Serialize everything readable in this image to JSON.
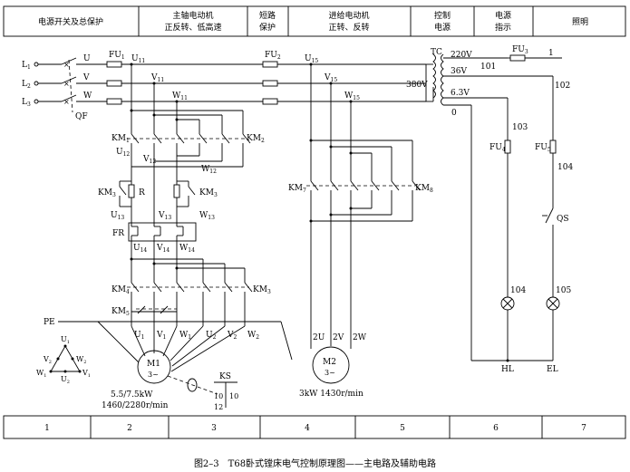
{
  "header": {
    "cells": [
      {
        "line1": "电源开关及总保护",
        "line2": ""
      },
      {
        "line1": "主轴电动机",
        "line2": "正反转、低高速"
      },
      {
        "line1": "短路",
        "line2": "保护"
      },
      {
        "line1": "进给电动机",
        "line2": "正转、反转"
      },
      {
        "line1": "控制",
        "line2": "电源"
      },
      {
        "line1": "电源",
        "line2": "指示"
      },
      {
        "line1": "照明",
        "line2": ""
      }
    ]
  },
  "footer": {
    "zones": [
      "1",
      "2",
      "3",
      "4",
      "5",
      "6",
      "7"
    ]
  },
  "caption": "图2–3　T68卧式镗床电气控制原理图——主电路及辅助电路",
  "labels": {
    "L1": "L",
    "L1s": "1",
    "L2": "L",
    "L2s": "2",
    "L3": "L",
    "L3s": "3",
    "U": "U",
    "V": "V",
    "W": "W",
    "QF": "QF",
    "FU1": "FU",
    "FU1s": "1",
    "U11": "U",
    "U11s": "11",
    "V11": "V",
    "V11s": "11",
    "W11": "W",
    "W11s": "11",
    "FU2": "FU",
    "FU2s": "2",
    "U15": "U",
    "U15s": "15",
    "V15": "V",
    "V15s": "15",
    "W15": "W",
    "W15s": "15",
    "TC": "TC",
    "v220": "220V",
    "v36": "36V",
    "v63": "6.3V",
    "v380": "380V",
    "n0": "0",
    "n1": "1",
    "n101": "101",
    "n102": "102",
    "n103": "103",
    "n104a": "104",
    "n104b": "104",
    "n105": "105",
    "FU3": "FU",
    "FU3s": "3",
    "FU4": "FU",
    "FU4s": "4",
    "FU5": "FU",
    "FU5s": "5",
    "QS": "QS",
    "HL": "HL",
    "EL": "EL",
    "KM1": "KM",
    "KM1s": "1",
    "KM2": "KM",
    "KM2s": "2",
    "KM3a": "KM",
    "KM3as": "3",
    "KM3b": "KM",
    "KM3bs": "3",
    "KM3c": "KM",
    "KM3cs": "3",
    "KM4": "KM",
    "KM4s": "4",
    "KM5": "KM",
    "KM5s": "5",
    "KM7": "KM",
    "KM7s": "7",
    "KM8": "KM",
    "KM8s": "8",
    "U12": "U",
    "U12s": "12",
    "V12": "V",
    "V12s": "12",
    "W12": "W",
    "W12s": "12",
    "R": "R",
    "U13": "U",
    "U13s": "13",
    "V13": "V",
    "V13s": "13",
    "W13": "W",
    "W13s": "13",
    "FR": "FR",
    "U14": "U",
    "U14s": "14",
    "V14": "V",
    "V14s": "14",
    "W14": "W",
    "W14s": "14",
    "PE": "PE",
    "U1": "U",
    "U1s": "1",
    "V1": "V",
    "V1s": "1",
    "W1": "W",
    "W1s": "1",
    "U2": "U",
    "U2s": "2",
    "V2": "V",
    "V2s": "2",
    "W2": "W",
    "W2s": "2",
    "m2U": "2U",
    "m2V": "2V",
    "m2W": "2W",
    "M1": "M1",
    "M1sub": "3~",
    "M1spec1": "5.5/7.5kW",
    "M1spec2": "1460/2280r/min",
    "M2": "M2",
    "M2sub": "3~",
    "M2spec": "3kW  1430r/min",
    "KS": "KS",
    "ks10a": "10",
    "ks10b": "10",
    "ks12": "12"
  }
}
